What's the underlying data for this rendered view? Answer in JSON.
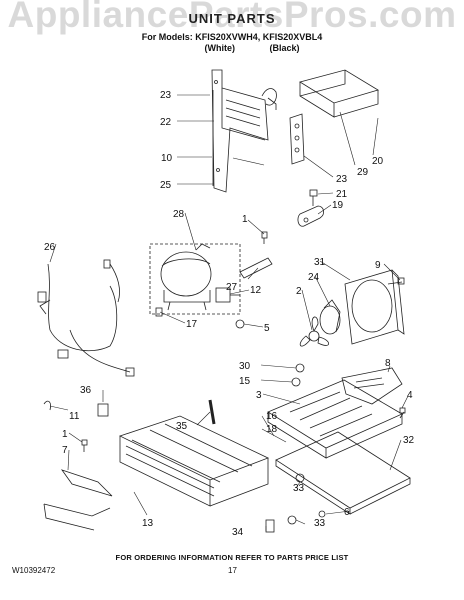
{
  "watermark": "AppliancePartsPros.com",
  "header": {
    "title": "UNIT PARTS",
    "models_line": "For Models: KFIS20XVWH4, KFIS20XVBL4",
    "variant_white": "(White)",
    "variant_black": "(Black)"
  },
  "callouts": [
    "1",
    "2",
    "3",
    "4",
    "5",
    "6",
    "7",
    "8",
    "9",
    "10",
    "11",
    "12",
    "13",
    "15",
    "16",
    "17",
    "18",
    "19",
    "20",
    "21",
    "22",
    "23",
    "24",
    "25",
    "26",
    "27",
    "28",
    "29",
    "30",
    "31",
    "32",
    "33",
    "34",
    "35",
    "36"
  ],
  "footer": {
    "ordering_note": "FOR ORDERING INFORMATION REFER TO PARTS PRICE LIST",
    "doc_number": "W10392472",
    "page_number": "17"
  }
}
